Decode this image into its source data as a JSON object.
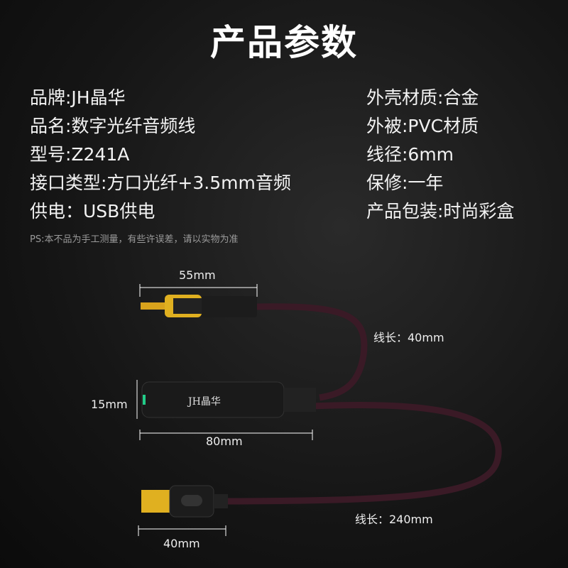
{
  "title": "产品参数",
  "specs_left": [
    "品牌:JH晶华",
    "品名:数字光纤音频线",
    "型号:Z241A",
    "接口类型:方口光纤+3.5mm音频",
    "供电：USB供电"
  ],
  "specs_right": [
    "外壳材质:合金",
    "外被:PVC材质",
    "线径:6mm",
    "保修:一年",
    "产品包装:时尚彩盒"
  ],
  "note": "PS:本不品为手工测量，有些许误差，请以实物为准",
  "dimensions": {
    "optical_plug": "55mm",
    "cable_top": "线长：40mm",
    "jack_height": "15mm",
    "jack_length": "80mm",
    "cable_bottom": "线长：240mm",
    "usb": "40mm"
  },
  "brand_mark": "JH晶华"
}
